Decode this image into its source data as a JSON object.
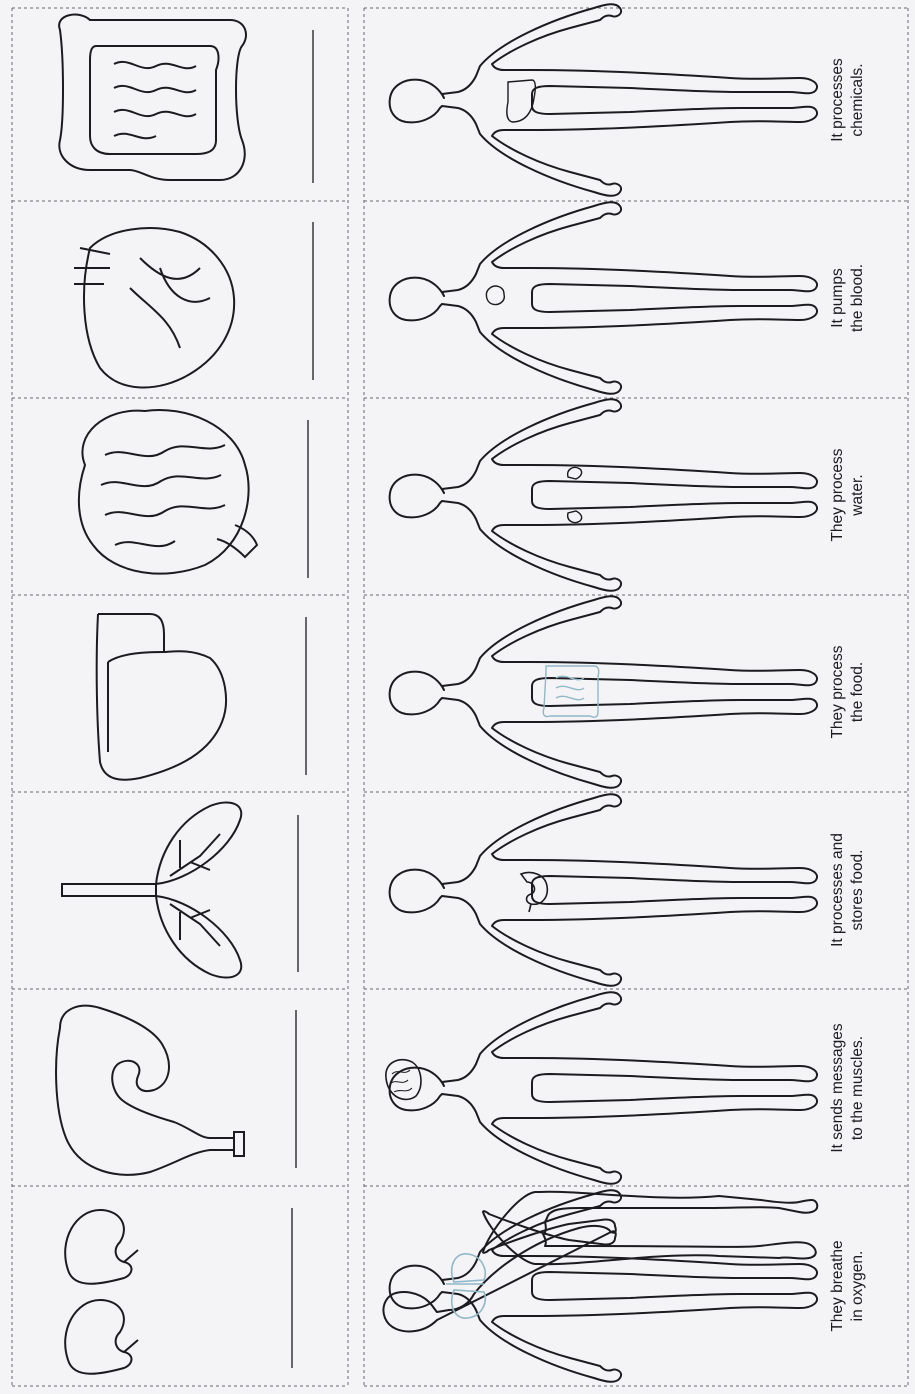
{
  "organ_cards": [
    {
      "organ": "kidneys-icon"
    },
    {
      "organ": "stomach-icon"
    },
    {
      "organ": "lungs-icon"
    },
    {
      "organ": "liver-icon"
    },
    {
      "organ": "brain-icon"
    },
    {
      "organ": "heart-icon"
    },
    {
      "organ": "intestines-icon"
    }
  ],
  "body_cards": [
    {
      "organ": "lungs-icon",
      "caption_lines": [
        "They breathe",
        "in oxygen."
      ]
    },
    {
      "organ": "brain-icon",
      "caption_lines": [
        "It sends messages",
        "to the muscles."
      ]
    },
    {
      "organ": "stomach-icon",
      "caption_lines": [
        "It processes and",
        "stores food."
      ]
    },
    {
      "organ": "intestines-icon",
      "caption_lines": [
        "They process",
        "the food."
      ]
    },
    {
      "organ": "kidneys-icon",
      "caption_lines": [
        "They process",
        "water."
      ]
    },
    {
      "organ": "heart-icon",
      "caption_lines": [
        "It pumps",
        "the blood."
      ]
    },
    {
      "organ": "liver-icon",
      "caption_lines": [
        "It processes",
        "chemicals."
      ]
    }
  ],
  "colors": {
    "line": "#1c1b1f",
    "organ_highlight": "#8fb8c8",
    "card_border": "#6a6a70"
  }
}
